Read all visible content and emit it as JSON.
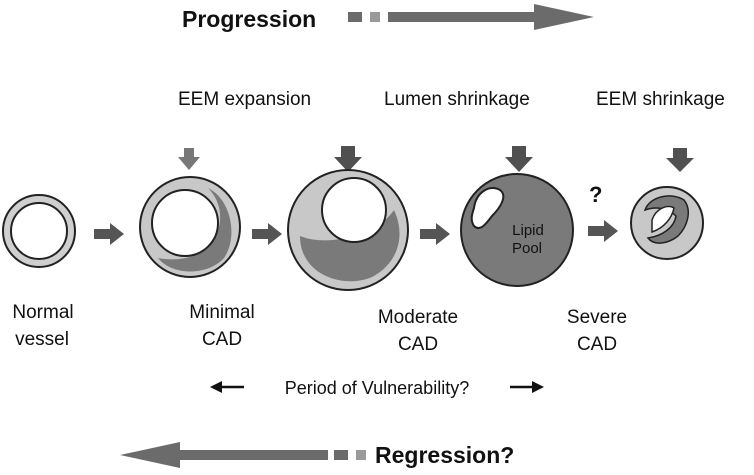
{
  "progression_label": "Progression",
  "regression_label": "Regression?",
  "top_labels": {
    "eem_expansion": "EEM expansion",
    "lumen_shrinkage": "Lumen shrinkage",
    "eem_shrinkage": "EEM shrinkage"
  },
  "question_mark": "?",
  "lipid_pool": {
    "line1": "Lipid",
    "line2": "Pool"
  },
  "stages": [
    {
      "line1": "Normal",
      "line2": "vessel"
    },
    {
      "line1": "Minimal",
      "line2": "CAD"
    },
    {
      "line1": "Moderate",
      "line2": "CAD"
    },
    {
      "line1": "Severe",
      "line2": "CAD"
    }
  ],
  "vulnerability_label": "Period of Vulnerability?",
  "colors": {
    "arrow_gray": "#6b6b6b",
    "arrow_dark": "#505050",
    "vessel_outer": "#c8c8c8",
    "plaque": "#7a7a7a",
    "outline": "#222222"
  }
}
